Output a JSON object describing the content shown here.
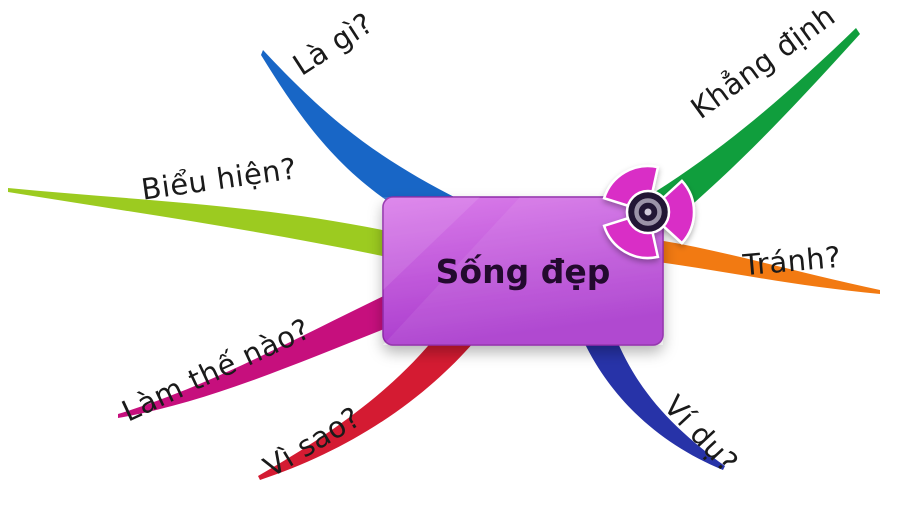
{
  "center": {
    "label": "Sống đẹp",
    "fill_top": "#da7cea",
    "fill_bottom": "#aa3bcd",
    "border_color": "#8e2aa8",
    "text_color": "#230a2e"
  },
  "icon": {
    "name": "pinwheel",
    "color": "#d92ec6",
    "hub_color": "#241436",
    "ring_color": "#9b93a8"
  },
  "branches": [
    {
      "id": "la-gi",
      "label": "Là gì?",
      "color": "#1866c6"
    },
    {
      "id": "bieu-hien",
      "label": "Biểu hiện?",
      "color": "#9ccb20"
    },
    {
      "id": "lam-the-nao",
      "label": "Làm thế nào?",
      "color": "#c60f7d"
    },
    {
      "id": "vi-sao",
      "label": "Vì sao?",
      "color": "#d41b32"
    },
    {
      "id": "khang-dinh",
      "label": "Khẳng định",
      "color": "#109e3d"
    },
    {
      "id": "tranh",
      "label": "Tránh?",
      "color": "#f27a12"
    },
    {
      "id": "vi-du",
      "label": "Ví dụ?",
      "color": "#2733a8"
    }
  ],
  "background": "#ffffff"
}
